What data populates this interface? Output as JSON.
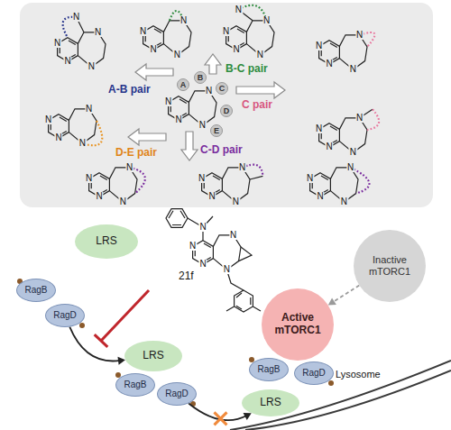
{
  "diagram": {
    "nodes": [
      {
        "text": [
          "A"
        ]
      },
      {
        "text": [
          "B"
        ]
      },
      {
        "text": [
          "C"
        ]
      },
      {
        "text": [
          "D"
        ]
      },
      {
        "text": [
          "E"
        ]
      },
      {
        "text": [
          "LRS"
        ]
      },
      {
        "text": [
          "Inactive mTORC1"
        ]
      },
      {
        "text": [
          "RagB"
        ]
      },
      {
        "text": [
          "RagD"
        ]
      },
      {
        "text": [
          "Active mTORC1"
        ]
      },
      {
        "text": [
          "LRS"
        ]
      },
      {
        "text": [
          "RagB"
        ]
      },
      {
        "text": [
          "RagD"
        ]
      },
      {
        "text": [
          "RagB"
        ]
      },
      {
        "text": [
          "RagD"
        ]
      },
      {
        "text": [
          "LRS"
        ]
      }
    ],
    "edges": [
      {
        "from": 6,
        "to": 9,
        "arrow": "to"
      },
      {
        "from": 8,
        "to": 10,
        "arrow": "to"
      },
      {
        "from": 12,
        "to": 15,
        "arrow": "to"
      }
    ],
    "labels": [
      "A-B pair",
      "B-C pair",
      "C pair",
      "D-E pair",
      "C-D pair",
      "N",
      "N",
      "N",
      "N",
      "N",
      "N",
      "N",
      "N",
      "N",
      "N",
      "N",
      "N",
      "N",
      "N",
      "N",
      "N",
      "N",
      "N",
      "N",
      "N",
      "N",
      "N",
      "N",
      "N",
      "N",
      "N",
      "N",
      "N",
      "N",
      "N",
      "N",
      "N",
      "N",
      "N",
      "N",
      "N",
      "N",
      "N",
      "N",
      "N",
      "N",
      "N",
      "N",
      "N",
      "N",
      "N",
      "N",
      "21f",
      "Lysosome"
    ]
  }
}
